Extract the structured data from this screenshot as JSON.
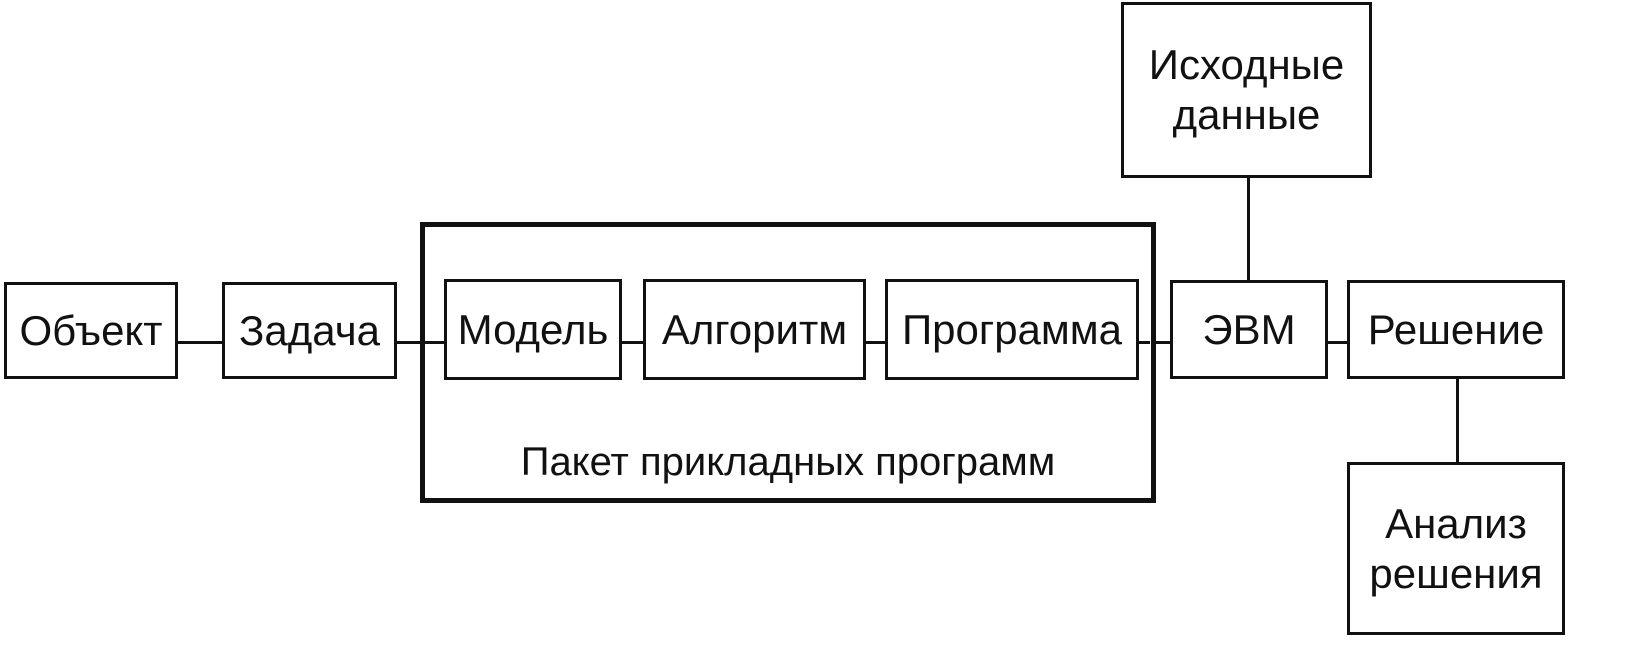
{
  "diagram": {
    "nodes": {
      "object": "Объект",
      "task": "Задача",
      "model": "Модель",
      "algorithm": "Алгоритм",
      "program": "Программа",
      "computer": "ЭВМ",
      "solution": "Решение",
      "input_data": "Исходные\nданные",
      "solution_analysis": "Анализ\nрешения"
    },
    "package_label": "Пакет прикладных программ"
  }
}
